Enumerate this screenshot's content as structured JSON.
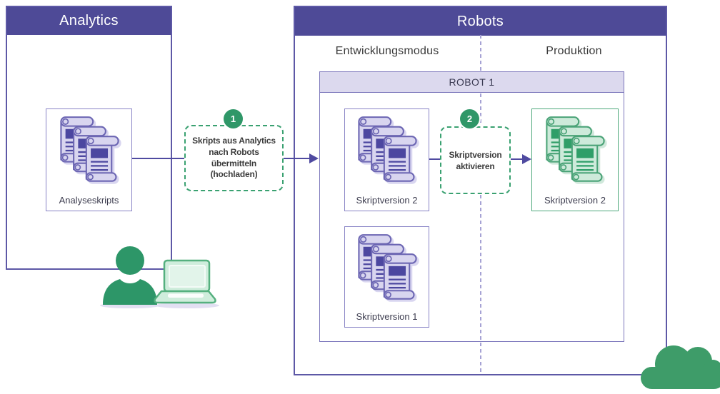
{
  "analytics": {
    "title": "Analytics",
    "scripts_label": "Analyseskripts"
  },
  "robots": {
    "title": "Robots",
    "columns": {
      "dev": "Entwicklungsmodus",
      "prod": "Produktion"
    },
    "robot1": {
      "title": "ROBOT 1",
      "dev_version2_label": "Skriptversion 2",
      "dev_version1_label": "Skriptversion 1",
      "prod_version2_label": "Skriptversion 2"
    }
  },
  "steps": {
    "step1": {
      "number": "1",
      "line1": "Skripts aus Analytics",
      "line2": "nach Robots",
      "line3": "übermitteln",
      "line4": "(hochladen)"
    },
    "step2": {
      "number": "2",
      "line1": "Skriptversion",
      "line2": "aktivieren"
    }
  },
  "icons": {
    "scripts": "script-stack-icon",
    "user": "user-icon",
    "laptop": "laptop-icon",
    "cloud": "cloud-icon"
  },
  "colors": {
    "brand_purple": "#4e4a97",
    "panel_border": "#5d58a6",
    "inner_border": "#8984c6",
    "lavender_fill": "#dcd9ee",
    "arrow_purple": "#4f4aa0",
    "divider_purple": "#a6a2d4",
    "step_green": "#2f9768",
    "dashed_green": "#3aa171",
    "green_border": "#4fa87c",
    "icon_purple_fill": "#d8d5ef",
    "icon_purple_line": "#6c66b3",
    "icon_purple_accent": "#4c47a0",
    "icon_green_fill": "#cdeada",
    "icon_green_line": "#4aa377",
    "icon_green_accent": "#2f9e68",
    "figure_green": "#2d9668",
    "cloud_green": "#3e9c69"
  }
}
